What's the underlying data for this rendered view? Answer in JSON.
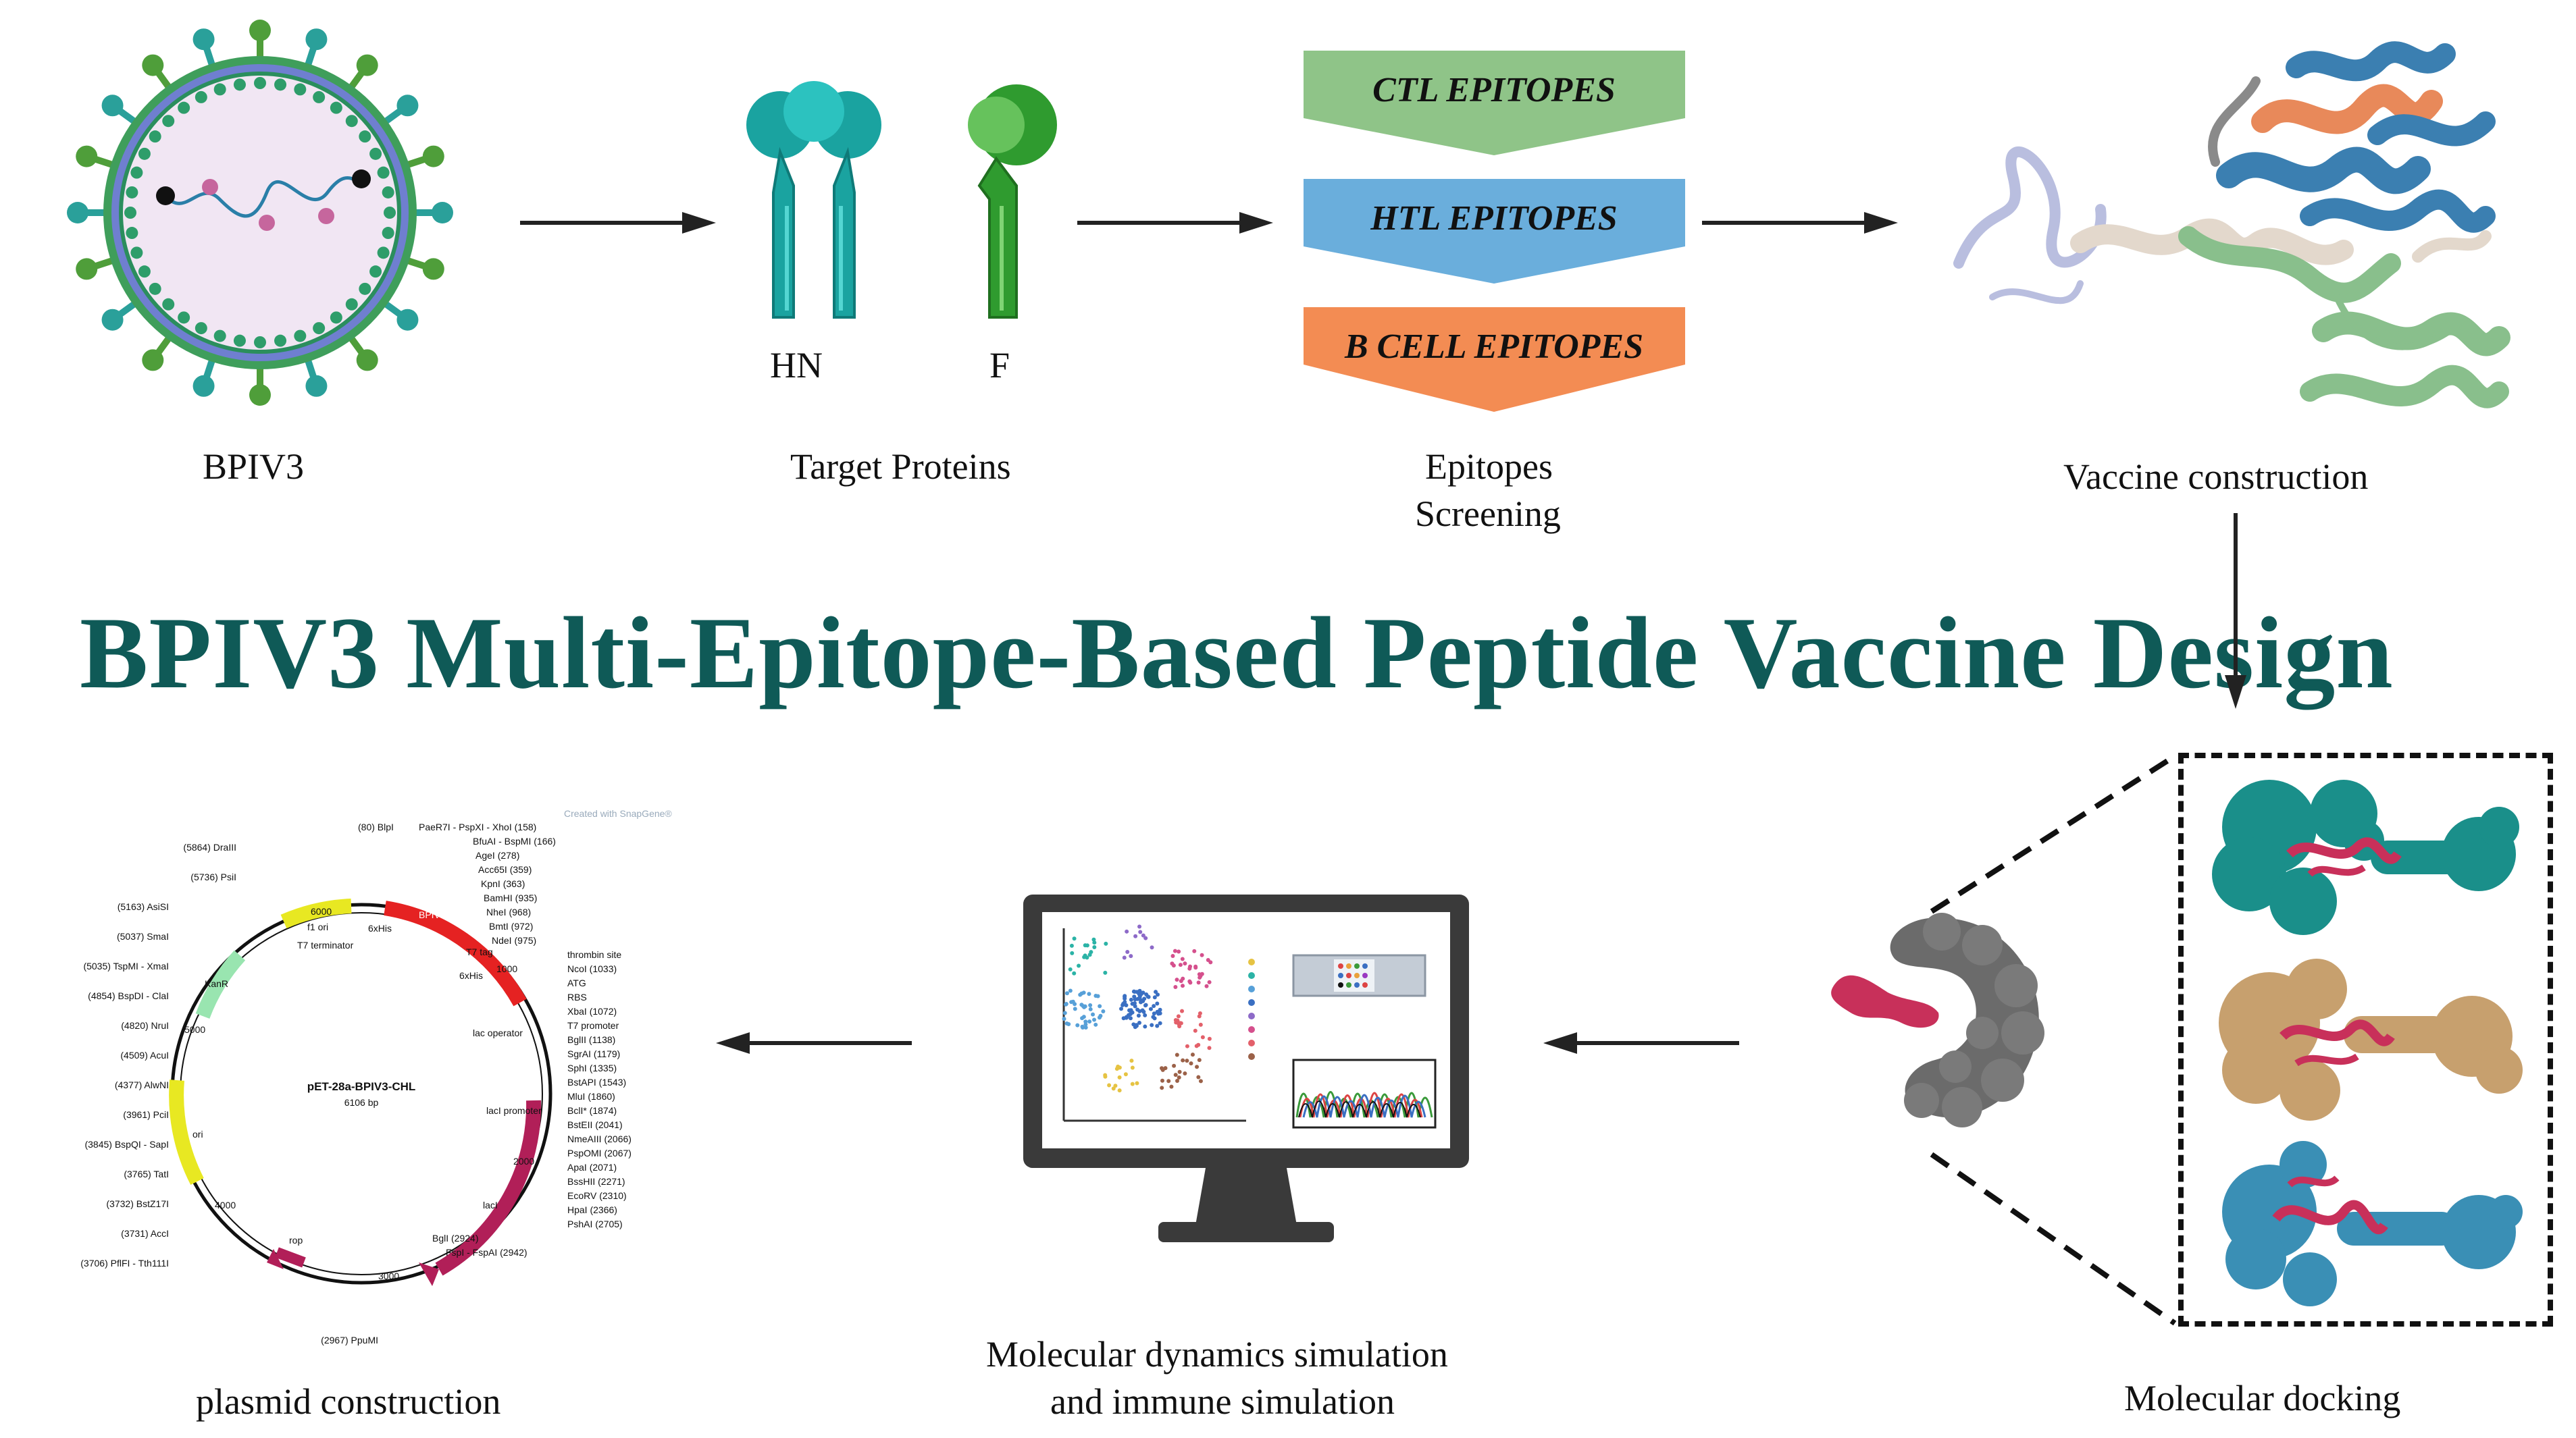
{
  "title": "BPIV3 Multi-Epitope-Based Peptide Vaccine Design",
  "steps": {
    "virus": "BPIV3",
    "target_proteins": "Target Proteins",
    "protein_hn": "HN",
    "protein_f": "F",
    "epitopes_line1": "Epitopes",
    "epitopes_line2": "Screening",
    "vaccine": "Vaccine construction",
    "docking": "Molecular docking",
    "simulation_line1": "Molecular dynamics simulation",
    "simulation_line2": "and immune simulation",
    "plasmid": "plasmid construction"
  },
  "epitopes": [
    {
      "label": "CTL EPITOPES",
      "color": "#8fc488"
    },
    {
      "label": "HTL EPITOPES",
      "color": "#6aaedc"
    },
    {
      "label": "B CELL EPITOPES",
      "color": "#f38c53"
    }
  ],
  "plasmid_map": {
    "name": "pET-28a-BPIV3-CHL",
    "size": "6106 bp",
    "created_with": "Created with SnapGene®",
    "features": [
      "f1 ori",
      "KanR",
      "ori",
      "rop",
      "lacI",
      "lacI promoter",
      "BPIV3-CHL",
      "6xHis",
      "T7 terminator",
      "T7 tag",
      "lac operator",
      "6xHis"
    ],
    "ticks": [
      "1000",
      "2000",
      "3000",
      "4000",
      "5000",
      "6000"
    ],
    "sites_right": [
      "(80) BlpI",
      "PaeR7I - PspXI - XhoI (158)",
      "BfuAI - BspMI (166)",
      "AgeI (278)",
      "Acc65I (359)",
      "KpnI (363)",
      "BamHI (935)",
      "NheI (968)",
      "BmtI (972)",
      "NdeI (975)",
      "thrombin site",
      "NcoI (1033)",
      "ATG",
      "RBS",
      "XbaI (1072)",
      "T7 promoter",
      "BglII (1138)",
      "SgrAI (1179)",
      "SphI (1335)",
      "BstAPI (1543)",
      "MluI (1860)",
      "BclI* (1874)",
      "BstEII (2041)",
      "NmeAIII (2066)",
      "PspOMI (2067)",
      "ApaI (2071)",
      "BssHII (2271)",
      "EcoRV (2310)",
      "HpaI (2366)",
      "PshAI (2705)",
      "BglI (2924)",
      "FspI - FspAI (2942)"
    ],
    "sites_left": [
      "(5864) DraIII",
      "(5736) PsiI",
      "(5163) AsiSI",
      "(5037) SmaI",
      "(5035) TspMI - XmaI",
      "(4854) BspDI - ClaI",
      "(4820) NruI",
      "(4509) AcuI",
      "(4377) AlwNI",
      "(3961) PciI",
      "(3845) BspQI - SapI",
      "(3765) TatI",
      "(3732) BstZ17I",
      "(3731) AccI",
      "(3706) PflFI - Tth111I",
      "(2967) PpuMI"
    ]
  }
}
